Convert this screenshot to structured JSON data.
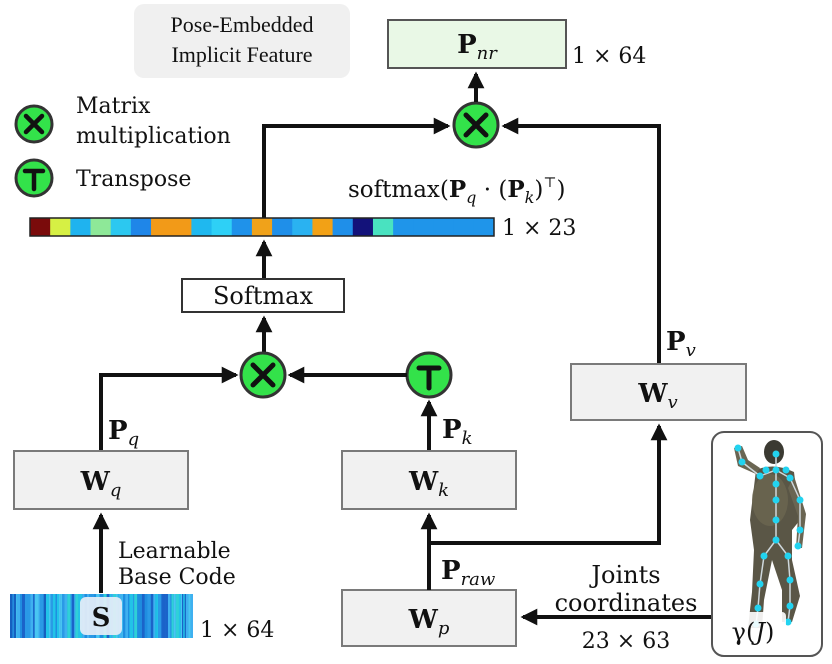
{
  "title_box": {
    "line1": "Pose-Embedded",
    "line2": "Implicit Feature"
  },
  "legend": {
    "matrix_label_1": "Matrix",
    "matrix_label_2": "multiplication",
    "transpose_label": "Transpose"
  },
  "output": {
    "main": "P",
    "sub": "nr",
    "dim": "1 × 64"
  },
  "attention": {
    "formula_pre": "softmax(",
    "formula_P1": "P",
    "formula_q": "q",
    "formula_dot": " · (",
    "formula_P2": "P",
    "formula_k": "k",
    "formula_post": ")",
    "formula_sup": "⊤",
    "formula_end": ")",
    "dim": "1 × 23",
    "bar_colors": [
      "#7a0b0b",
      "#d6f044",
      "#1fb3ef",
      "#8ee898",
      "#2cc8f0",
      "#1f86e8",
      "#f29a18",
      "#f29a18",
      "#1fb8ef",
      "#2ed0f6",
      "#1f92ea",
      "#f0a21a",
      "#1f8fe9",
      "#2ab2f1",
      "#f2a116",
      "#1f8fe9",
      "#13127a",
      "#49e2c0",
      "#1f95ea",
      "#1f95ea",
      "#1f95ea",
      "#1f95ea",
      "#1f95ea"
    ]
  },
  "softmax_label": "Softmax",
  "wq": {
    "main": "W",
    "sub": "q"
  },
  "wk": {
    "main": "W",
    "sub": "k"
  },
  "wv": {
    "main": "W",
    "sub": "v"
  },
  "wp": {
    "main": "W",
    "sub": "p"
  },
  "pq": {
    "main": "P",
    "sub": "q"
  },
  "pk": {
    "main": "P",
    "sub": "k"
  },
  "pv": {
    "main": "P",
    "sub": "v"
  },
  "praw": {
    "main": "P",
    "sub": "raw"
  },
  "base_code": {
    "line1": "Learnable",
    "line2": "Base Code",
    "symbol": "S",
    "dim": "1 × 64"
  },
  "joints": {
    "line1": "Joints",
    "line2": "coordinates",
    "dim": "23 × 63"
  },
  "gamma": {
    "text_pre": "γ(",
    "text_var": "J",
    "text_post": ")"
  },
  "colors": {
    "op_fill": "#33e24a",
    "output_fill": "#e9f8e6",
    "box_fill": "#f1f1f1",
    "title_bg": "#f0f0f0"
  },
  "icons": {
    "matmul": "circled-times-icon",
    "transpose": "circled-T-icon"
  }
}
